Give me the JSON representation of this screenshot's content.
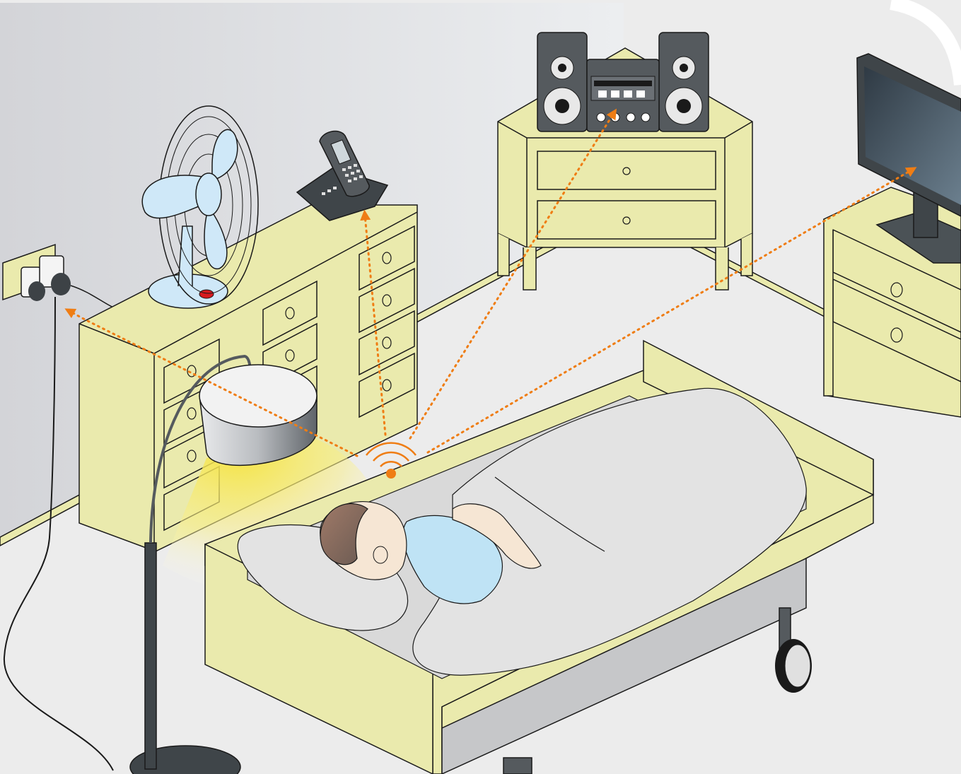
{
  "scene": {
    "room": "bedroom",
    "colors": {
      "wall": "#dcdde0",
      "floor": "#ececec",
      "furniture": "#eaeaad",
      "outline": "#1a1a1a",
      "signal": "#ef7d14",
      "lamp_light": "#f6e33c",
      "shirt": "#bfe3f5",
      "skin": "#f6e6d4",
      "hair": "#8d6e63",
      "blanket": "#e3e3e3",
      "device_dark": "#555a5e",
      "fan_blade": "#cfe8f8"
    },
    "controller": {
      "icon": "wireless-signal-icon"
    },
    "devices": [
      {
        "name": "socket",
        "icon": "power-socket-icon"
      },
      {
        "name": "fan",
        "icon": "fan-icon"
      },
      {
        "name": "phone",
        "icon": "cordless-phone-icon"
      },
      {
        "name": "stereo",
        "icon": "stereo-icon"
      },
      {
        "name": "tv",
        "icon": "television-icon"
      },
      {
        "name": "lamp",
        "icon": "floor-lamp-icon"
      }
    ],
    "person": {
      "state": "lying in bed",
      "icon": "person-icon"
    }
  }
}
